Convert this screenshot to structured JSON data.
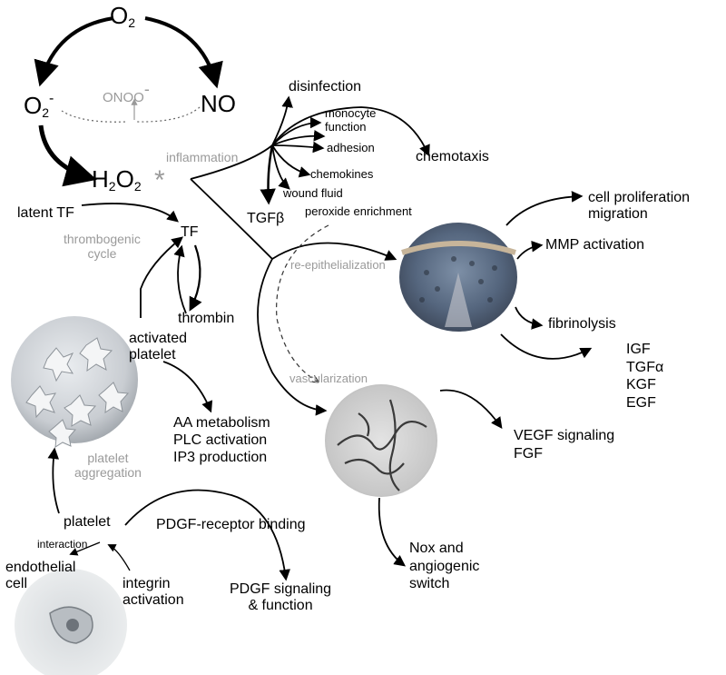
{
  "ros": {
    "o2": "O",
    "o2_sub": "2",
    "superoxide": "O",
    "superoxide_sub": "2",
    "superoxide_charge": "-",
    "no": "NO",
    "peroxynitrite": "ONOO",
    "peroxynitrite_charge": "-",
    "h2o2": "H2O2",
    "asterisk": "*"
  },
  "labels": {
    "inflammation": "inflammation",
    "disinfection": "disinfection",
    "monocyte_function": "monocyte\nfunction",
    "adhesion": "adhesion",
    "chemotaxis": "chemotaxis",
    "chemokines": "chemokines",
    "wound_fluid": "wound fluid",
    "peroxide_enrichment": "peroxide enrichment",
    "tgf_beta": "TGFβ",
    "latent_tf": "latent TF",
    "tf": "TF",
    "thrombogenic_cycle": "thrombogenic\ncycle",
    "thrombin": "thrombin",
    "activated_platelet": "activated\nplatelet",
    "aa_metabolism": "AA metabolism\nPLC activation\nIP3 production",
    "platelet_aggregation": "platelet\naggregation",
    "platelet": "platelet",
    "interaction": "interaction",
    "endothelial_cell": "endothelial\ncell",
    "integrin_activation": "integrin\nactivation",
    "pdgf_receptor_binding": "PDGF-receptor binding",
    "pdgf_signaling": "PDGF signaling\n& function",
    "re_epithelialization": "re-epithelialization",
    "vascularization": "vascularization",
    "cell_proliferation": "cell proliferation\nmigration",
    "mmp_activation": "MMP activation",
    "fibrinolysis": "fibrinolysis",
    "growth_factors": "IGF\nTGFα\nKGF\nEGF",
    "vegf_signaling": "VEGF signaling\nFGF",
    "nox_switch": "Nox and\nangiogenic\nswitch"
  },
  "colors": {
    "text": "#000000",
    "muted_text": "#9a9a9a",
    "arrow": "#000000",
    "dotted_arrow": "#555555"
  }
}
